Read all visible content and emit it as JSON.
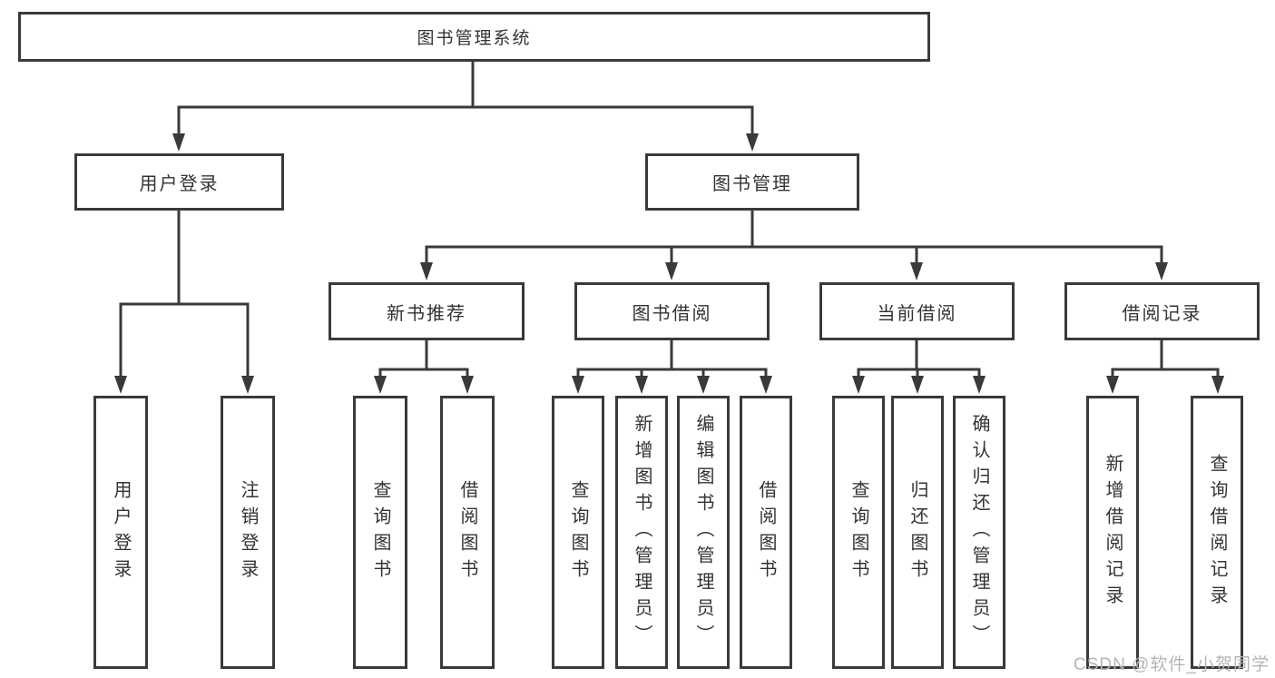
{
  "diagram": {
    "root": {
      "label": "图书管理系统"
    },
    "level2": [
      {
        "id": "user-login",
        "label": "用户登录"
      },
      {
        "id": "book-management",
        "label": "图书管理"
      }
    ],
    "level3": [
      {
        "id": "new-book-recommend",
        "parent": "book-management",
        "label": "新书推荐"
      },
      {
        "id": "book-borrowing",
        "parent": "book-management",
        "label": "图书借阅"
      },
      {
        "id": "current-borrowing",
        "parent": "book-management",
        "label": "当前借阅"
      },
      {
        "id": "borrowing-records",
        "parent": "book-management",
        "label": "借阅记录"
      }
    ],
    "leaves": [
      {
        "parent": "user-login",
        "label": "用户登录"
      },
      {
        "parent": "user-login",
        "label": "注销登录"
      },
      {
        "parent": "new-book-recommend",
        "label": "查询图书"
      },
      {
        "parent": "new-book-recommend",
        "label": "借阅图书"
      },
      {
        "parent": "book-borrowing",
        "label": "查询图书"
      },
      {
        "parent": "book-borrowing",
        "label": "新增图书（管理员）"
      },
      {
        "parent": "book-borrowing",
        "label": "编辑图书（管理员）"
      },
      {
        "parent": "book-borrowing",
        "label": "借阅图书"
      },
      {
        "parent": "current-borrowing",
        "label": "查询图书"
      },
      {
        "parent": "current-borrowing",
        "label": "归还图书"
      },
      {
        "parent": "current-borrowing",
        "label": "确认归还（管理员）"
      },
      {
        "parent": "borrowing-records",
        "label": "新增借阅记录"
      },
      {
        "parent": "borrowing-records",
        "label": "查询借阅记录"
      }
    ]
  },
  "watermark": {
    "text": "CSDN @软件_小贺同学"
  },
  "colors": {
    "line": "#3a3a3a",
    "text": "#333333",
    "background": "#ffffff",
    "watermark": "#b5b5b5"
  }
}
